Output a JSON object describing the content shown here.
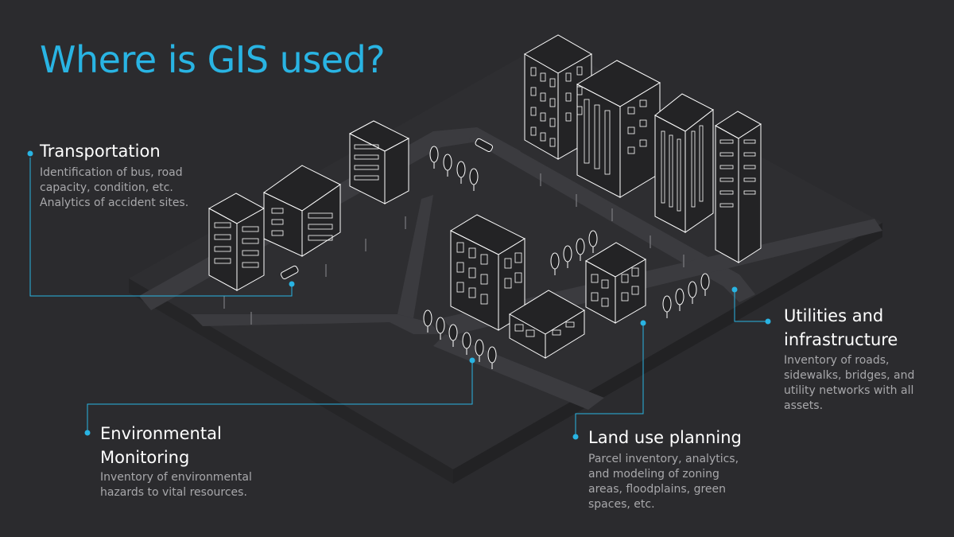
{
  "title": "Where is GIS used?",
  "colors": {
    "background": "#2b2b2e",
    "accent": "#29b4e3",
    "outline": "#ffffff",
    "building_fill": "#232325"
  },
  "callouts": {
    "transportation": {
      "title": "Transportation",
      "description": "Identification of bus, road capacity, condition, etc. Analytics of accident sites."
    },
    "utilities": {
      "title": "Utilities and infrastructure",
      "description": "Inventory of roads, sidewalks, bridges, and utility networks with all assets."
    },
    "environmental": {
      "title": "Environmental Monitoring",
      "description": "Inventory of environmental hazards to vital resources."
    },
    "land_use": {
      "title": "Land use planning",
      "description": "Parcel inventory, analytics, and modeling of zoning areas, floodplains, green spaces, etc."
    }
  }
}
